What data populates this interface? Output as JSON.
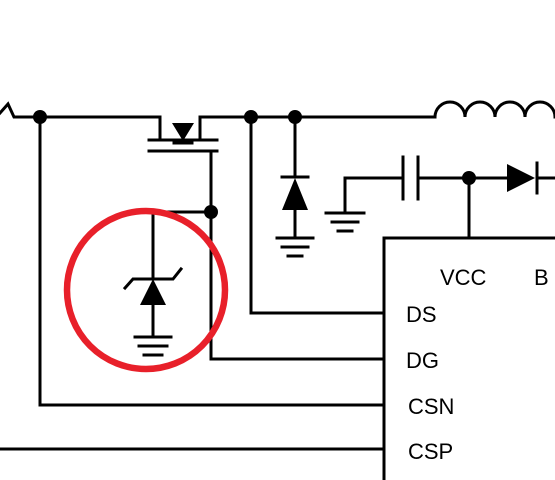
{
  "diagram": {
    "type": "circuit-schematic",
    "highlight": {
      "shape": "circle",
      "color": "#e8202a",
      "target": "zener-diode"
    },
    "ic": {
      "pins_left": [
        "DS",
        "DG",
        "CSN",
        "CSP"
      ],
      "pins_top": [
        "VCC",
        "B"
      ]
    },
    "components": [
      "mosfet",
      "zener-diode",
      "freewheel-diode",
      "inductor",
      "capacitor",
      "series-diode",
      "ground-symbols"
    ],
    "colors": {
      "lines": "#000000",
      "highlight": "#e8202a"
    }
  }
}
